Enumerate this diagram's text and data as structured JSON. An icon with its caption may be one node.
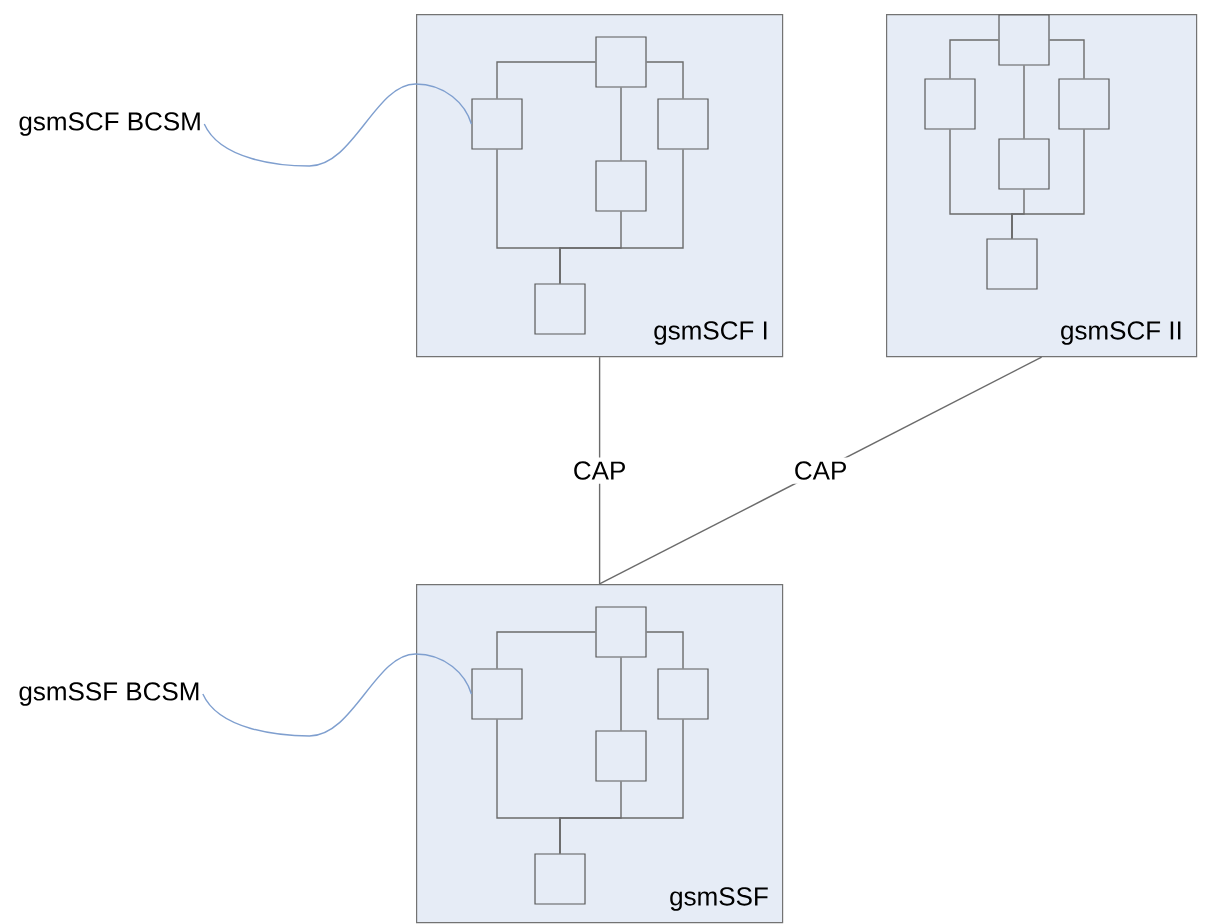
{
  "diagram": {
    "nodes": [
      {
        "text": [
          "gsmSCF I"
        ]
      },
      {
        "text": [],
        "shape": "box",
        "in": 0
      },
      {
        "text": [],
        "shape": "box",
        "in": 0
      },
      {
        "text": [],
        "shape": "box",
        "in": 0
      },
      {
        "text": [],
        "shape": "box",
        "in": 0
      },
      {
        "text": [],
        "shape": "box",
        "in": 0
      },
      {
        "text": [
          "gsmSCF II"
        ]
      },
      {
        "text": [],
        "shape": "box",
        "in": 6
      },
      {
        "text": [],
        "shape": "box",
        "in": 6
      },
      {
        "text": [],
        "shape": "box",
        "in": 6
      },
      {
        "text": [],
        "shape": "box",
        "in": 6
      },
      {
        "text": [],
        "shape": "box",
        "in": 6
      },
      {
        "text": [
          "gsmSCF BCSM"
        ]
      },
      {
        "text": [
          "gsmSSF"
        ]
      },
      {
        "text": [],
        "shape": "box",
        "in": 13
      },
      {
        "text": [],
        "shape": "box",
        "in": 13
      },
      {
        "text": [],
        "shape": "box",
        "in": 13
      },
      {
        "text": [],
        "shape": "box",
        "in": 13
      },
      {
        "text": [],
        "shape": "box",
        "in": 13
      },
      {
        "text": [
          "gsmSSF BCSM"
        ]
      }
    ],
    "edges": [
      {
        "from": 1,
        "to": 2,
        "arrow": "none"
      },
      {
        "from": 1,
        "to": 3,
        "arrow": "none"
      },
      {
        "from": 1,
        "to": 4,
        "arrow": "none"
      },
      {
        "from": 2,
        "to": 5,
        "arrow": "none"
      },
      {
        "from": 4,
        "to": 5,
        "arrow": "none"
      },
      {
        "from": 3,
        "to": 5,
        "arrow": "none"
      },
      {
        "from": 7,
        "to": 8,
        "arrow": "none"
      },
      {
        "from": 7,
        "to": 9,
        "arrow": "none"
      },
      {
        "from": 7,
        "to": 10,
        "arrow": "none"
      },
      {
        "from": 8,
        "to": 11,
        "arrow": "none"
      },
      {
        "from": 10,
        "to": 11,
        "arrow": "none"
      },
      {
        "from": 9,
        "to": 11,
        "arrow": "none"
      },
      {
        "from": 14,
        "to": 15,
        "arrow": "none"
      },
      {
        "from": 14,
        "to": 16,
        "arrow": "none"
      },
      {
        "from": 14,
        "to": 17,
        "arrow": "none"
      },
      {
        "from": 15,
        "to": 18,
        "arrow": "none"
      },
      {
        "from": 17,
        "to": 18,
        "arrow": "none"
      },
      {
        "from": 16,
        "to": 18,
        "arrow": "none"
      },
      {
        "from": 0,
        "to": 13,
        "arrow": "none",
        "label": "CAP"
      },
      {
        "from": 6,
        "to": 13,
        "arrow": "none",
        "label": "CAP"
      },
      {
        "from": 12,
        "to": 2,
        "arrow": "none",
        "color": "#7f9fcf"
      },
      {
        "from": 19,
        "to": 15,
        "arrow": "none",
        "color": "#7f9fcf"
      }
    ]
  }
}
